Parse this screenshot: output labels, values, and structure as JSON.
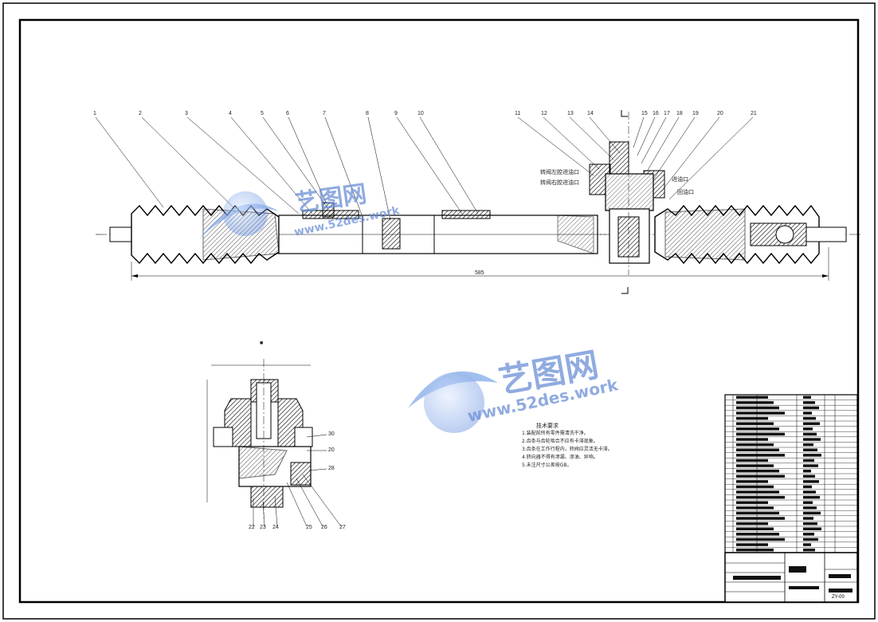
{
  "drawing": {
    "overall_dimension": "585",
    "section_marker": "■",
    "part_numbers_top": [
      "1",
      "2",
      "3",
      "4",
      "5",
      "6",
      "7",
      "8",
      "9",
      "10",
      "11",
      "12",
      "13",
      "14",
      "15",
      "16",
      "17",
      "18",
      "19",
      "20",
      "21"
    ],
    "part_numbers_detail": [
      "30",
      "20",
      "28",
      "22",
      "23",
      "24",
      "25",
      "26",
      "27"
    ],
    "port_labels_left": [
      "转阀左腔进油口",
      "转阀右腔进油口"
    ],
    "port_labels_right": [
      "进油口",
      "回油口"
    ]
  },
  "watermark": {
    "brand": "艺图网",
    "url": "www.52des.work"
  },
  "technical_requirements": {
    "title": "技术要求",
    "items": [
      "1.装配前所有零件需清洗干净。",
      "2.齿条与齿轮啮合不应有卡滞现象。",
      "3.齿条在工作行程内，转阀应灵活无卡滞。",
      "4.转向器不得有泄漏、渗油、异响。",
      "5.未注尺寸公差按GB。"
    ]
  },
  "title_block": {
    "drawing_no": "ZY-00"
  }
}
